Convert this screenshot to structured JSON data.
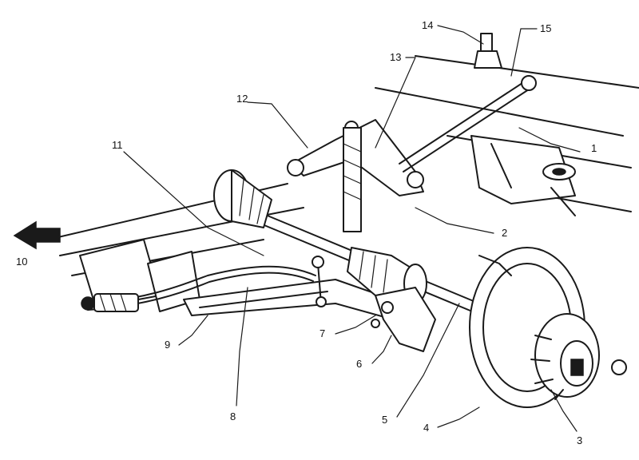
{
  "diagram": {
    "callouts": [
      {
        "id": "1",
        "text": "1"
      },
      {
        "id": "2",
        "text": "2"
      },
      {
        "id": "3",
        "text": "3"
      },
      {
        "id": "4",
        "text": "4"
      },
      {
        "id": "5",
        "text": "5"
      },
      {
        "id": "6",
        "text": "6"
      },
      {
        "id": "7",
        "text": "7"
      },
      {
        "id": "8",
        "text": "8"
      },
      {
        "id": "9",
        "text": "9"
      },
      {
        "id": "10",
        "text": "10"
      },
      {
        "id": "11",
        "text": "11"
      },
      {
        "id": "12",
        "text": "12"
      },
      {
        "id": "13",
        "text": "13"
      },
      {
        "id": "14",
        "text": "14"
      },
      {
        "id": "15",
        "text": "15"
      }
    ],
    "colors": {
      "ink": "#1a1a1a",
      "paper": "#ffffff"
    }
  }
}
